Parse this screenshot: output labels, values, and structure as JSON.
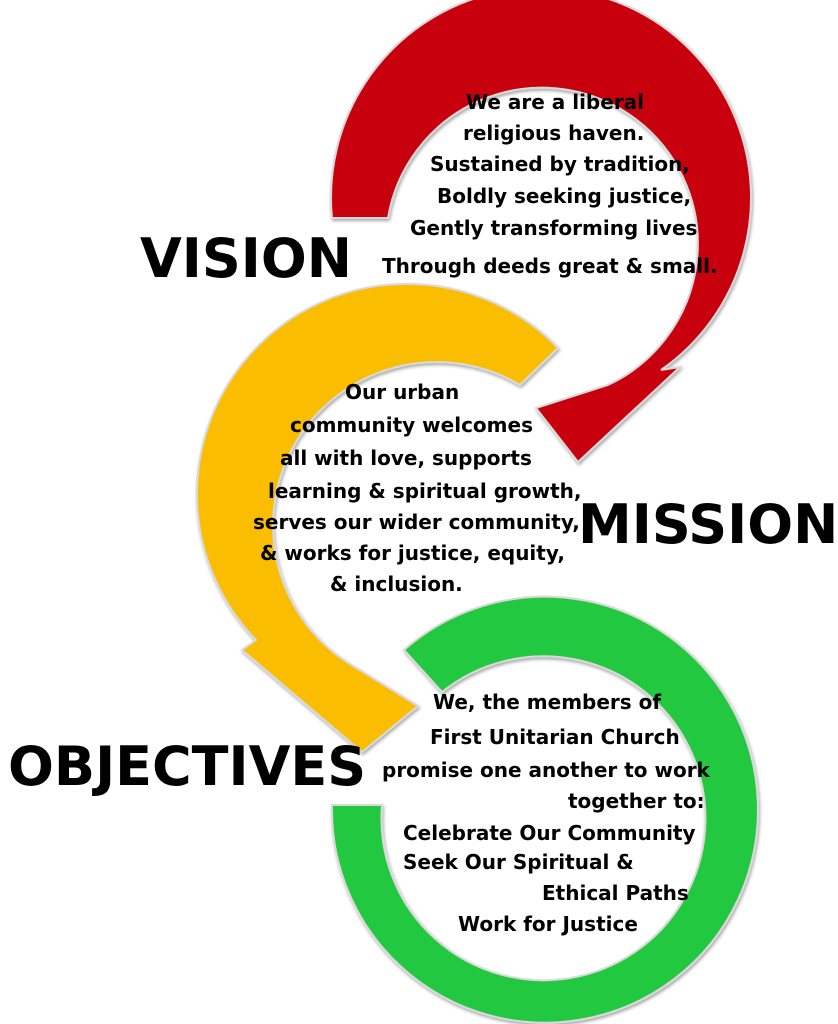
{
  "vision": {
    "label": "VISION",
    "color": "#c8000a",
    "lines": [
      "We are a liberal",
      "religious haven.",
      "Sustained by tradition,",
      "Boldly seeking justice,",
      "Gently transforming lives",
      "Through deeds great & small."
    ]
  },
  "mission": {
    "label": "MISSION",
    "color": "#fbbd06",
    "lines": [
      "Our urban",
      "community welcomes",
      "all with love, supports",
      "learning & spiritual growth,",
      "serves our wider community,",
      "& works for justice, equity,",
      "& inclusion."
    ]
  },
  "objectives": {
    "label": "OBJECTIVES",
    "color": "#22c93f",
    "lines": [
      "We, the members of",
      "First Unitarian Church",
      "promise one another to work",
      "together to:",
      "Celebrate Our Community",
      "Seek Our Spiritual &",
      "Ethical Paths",
      "Work for Justice"
    ]
  }
}
